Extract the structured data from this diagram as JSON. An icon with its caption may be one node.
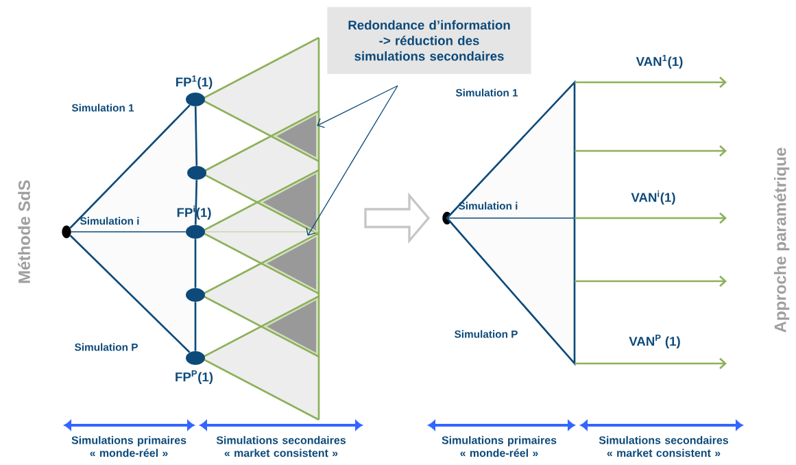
{
  "diagram": {
    "nodes": [
      {
        "text": [],
        "shape": "circle"
      },
      {
        "text": [
          "FP$^{1}$(1)"
        ]
      },
      {
        "text": [],
        "shape": "circle"
      },
      {
        "text": [
          "FP$^{i}$(1)"
        ]
      },
      {
        "text": [],
        "shape": "circle"
      },
      {
        "text": [
          "FP$^{P}$(1)"
        ]
      },
      {
        "text": [
          "Redondance d’information -> réduction des simulations secondaires"
        ]
      },
      {
        "text": [],
        "shape": "circle"
      },
      {
        "text": [],
        "shape": "triangle"
      },
      {
        "text": [],
        "shape": "triangle"
      },
      {
        "text": [],
        "shape": "triangle"
      }
    ],
    "edges": [
      {
        "from": 0,
        "to": 1,
        "arrow": "none"
      },
      {
        "from": 0,
        "to": 3,
        "arrow": "none"
      },
      {
        "from": 0,
        "to": 5,
        "arrow": "none"
      },
      {
        "from": 1,
        "to": 2,
        "arrow": "none"
      },
      {
        "from": 2,
        "to": 3,
        "arrow": "none"
      },
      {
        "from": 3,
        "to": 4,
        "arrow": "none"
      },
      {
        "from": 4,
        "to": 5,
        "arrow": "none"
      },
      {
        "from": 6,
        "to": 9,
        "arrow": "to"
      },
      {
        "from": 6,
        "to": 10,
        "arrow": "to"
      },
      {
        "from": 8,
        "to": null,
        "arrow": "to",
        "color": "#8db05a"
      },
      {
        "from": 8,
        "to": null,
        "arrow": "to",
        "color": "#8db05a"
      },
      {
        "from": 8,
        "to": null,
        "arrow": "to",
        "color": "#8db05a"
      },
      {
        "from": 8,
        "to": null,
        "arrow": "to",
        "color": "#8db05a"
      },
      {
        "from": 8,
        "to": null,
        "arrow": "to",
        "color": "#8db05a"
      }
    ],
    "labels": [
      "Méthode SdS",
      "Simulation 1",
      "Simulation i",
      "Simulation P",
      "Simulation 1",
      "Simulation i",
      "Simulation P",
      "VAN$^{1}$(1)",
      "VAN$^{i}$(1)",
      "VAN$^{P}$ (1)",
      "Approche paramétrique",
      "Simulations primaires « monde-réel »",
      "Simulations  secondaires « market consistent »",
      "Simulations primaires « monde-réel »",
      "Simulations  secondaires « market consistent »"
    ]
  }
}
